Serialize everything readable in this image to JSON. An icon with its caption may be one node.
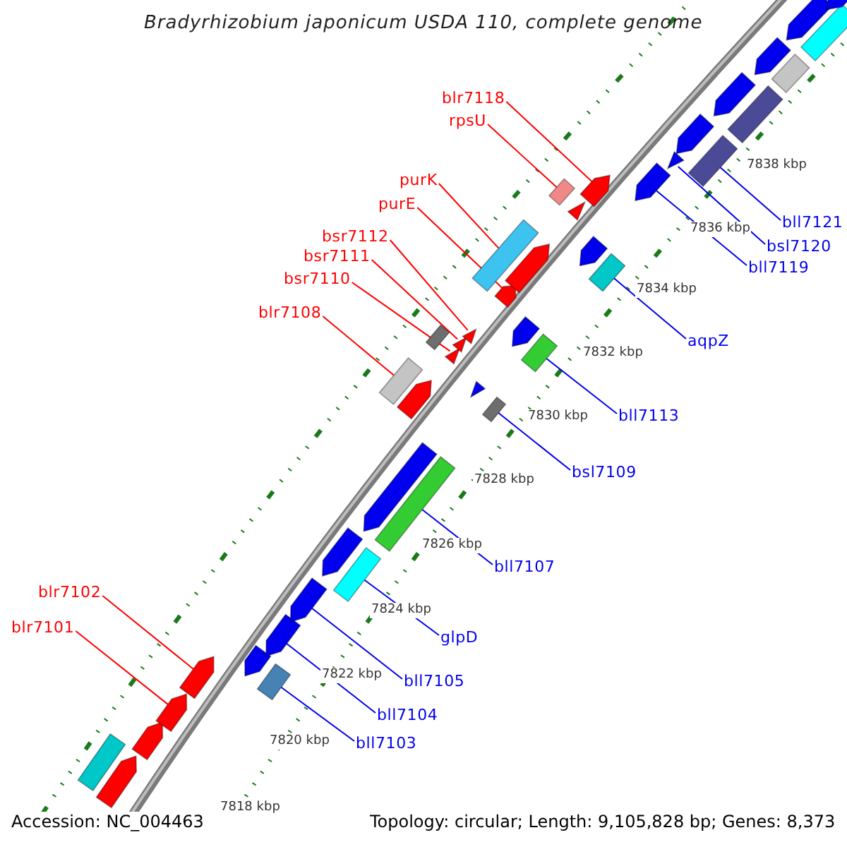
{
  "diagram": {
    "title": "Bradyrhizobium japonicum USDA 110, complete genome",
    "nodes": [
      {
        "text": [
          "blr7118"
        ]
      },
      {
        "text": [
          "rpsU"
        ]
      },
      {
        "text": [
          "purK"
        ]
      },
      {
        "text": [
          "purE"
        ]
      },
      {
        "text": [
          "bll7121"
        ]
      },
      {
        "text": [
          "bsr7112"
        ]
      },
      {
        "text": [
          "bsl7120"
        ]
      },
      {
        "text": [
          "bsr7111"
        ]
      },
      {
        "text": [
          "bll7119"
        ]
      },
      {
        "text": [
          "bsr7110"
        ]
      },
      {
        "text": [
          "blr7108"
        ]
      },
      {
        "text": [
          "aqpZ"
        ]
      },
      {
        "text": [
          "bll7113"
        ]
      },
      {
        "text": [
          "bsl7109"
        ]
      },
      {
        "text": [
          "bll7107"
        ]
      },
      {
        "text": [
          "blr7102"
        ]
      },
      {
        "text": [
          "blr7101"
        ]
      },
      {
        "text": [
          "glpD"
        ]
      },
      {
        "text": [
          "bll7105"
        ]
      },
      {
        "text": [
          "bll7104"
        ]
      },
      {
        "text": [
          "bll7103"
        ]
      },
      {
        "text": [],
        "shape": "box"
      },
      {
        "text": [],
        "shape": "arrow"
      },
      {
        "text": [],
        "shape": "arrow"
      },
      {
        "text": [],
        "shape": "arrow"
      },
      {
        "text": [],
        "shape": "arrow"
      },
      {
        "text": [],
        "shape": "arrow"
      },
      {
        "text": [],
        "shape": "box"
      },
      {
        "text": [],
        "shape": "arrow"
      },
      {
        "text": [],
        "shape": "arrow"
      },
      {
        "text": [],
        "shape": "arrow"
      },
      {
        "text": [],
        "shape": "box"
      },
      {
        "text": [],
        "shape": "arrow"
      },
      {
        "text": [],
        "shape": "box"
      },
      {
        "text": [],
        "shape": "box"
      },
      {
        "text": [],
        "shape": "arrow"
      },
      {
        "text": [],
        "shape": "box"
      },
      {
        "text": [],
        "shape": "arrow"
      },
      {
        "text": [],
        "shape": "arrow"
      },
      {
        "text": [],
        "shape": "arrow"
      },
      {
        "text": [],
        "shape": "arrow"
      },
      {
        "text": [],
        "shape": "box"
      },
      {
        "text": [],
        "shape": "box"
      },
      {
        "text": [],
        "shape": "arrow"
      },
      {
        "text": [],
        "shape": "arrow"
      },
      {
        "text": [],
        "shape": "arrow"
      },
      {
        "text": [],
        "shape": "box"
      },
      {
        "text": [],
        "shape": "box"
      },
      {
        "text": [],
        "shape": "arrow"
      },
      {
        "text": [],
        "shape": "arrow"
      },
      {
        "text": [],
        "shape": "arrow"
      },
      {
        "text": [],
        "shape": "box"
      },
      {
        "text": [],
        "shape": "arrow"
      },
      {
        "text": [],
        "shape": "arrow"
      },
      {
        "text": [],
        "shape": "arrow"
      },
      {
        "text": [],
        "shape": "box"
      },
      {
        "text": [],
        "shape": "arrow"
      },
      {
        "text": [],
        "shape": "box"
      },
      {
        "text": [],
        "shape": "arrow"
      },
      {
        "text": [],
        "shape": "box"
      },
      {
        "text": [],
        "shape": "arrow"
      },
      {
        "text": [],
        "shape": "box"
      },
      {
        "text": [],
        "shape": "arrow"
      }
    ],
    "edges": [
      {
        "from": 0,
        "to": 50,
        "arrow": "none",
        "color": "#ff0000"
      },
      {
        "from": 1,
        "to": 47,
        "arrow": "none",
        "color": "#ff0000"
      },
      {
        "from": 2,
        "to": 42,
        "arrow": "none",
        "color": "#ff0000"
      },
      {
        "from": 3,
        "to": 43,
        "arrow": "none",
        "color": "#ff0000"
      },
      {
        "from": 4,
        "to": 55,
        "arrow": "none"
      },
      {
        "from": 5,
        "to": 39,
        "arrow": "none",
        "color": "#ff0000"
      },
      {
        "from": 6,
        "to": 53,
        "arrow": "none"
      },
      {
        "from": 7,
        "to": 38,
        "arrow": "none",
        "color": "#ff0000"
      },
      {
        "from": 8,
        "to": 52,
        "arrow": "none"
      },
      {
        "from": 9,
        "to": 37,
        "arrow": "none",
        "color": "#ff0000"
      },
      {
        "from": 10,
        "to": 33,
        "arrow": "none",
        "color": "#ff0000"
      },
      {
        "from": 11,
        "to": 51,
        "arrow": "none"
      },
      {
        "from": 12,
        "to": 46,
        "arrow": "none"
      },
      {
        "from": 13,
        "to": 41,
        "arrow": "none"
      },
      {
        "from": 14,
        "to": 34,
        "arrow": "none"
      },
      {
        "from": 15,
        "to": 25,
        "arrow": "none",
        "color": "#ff0000"
      },
      {
        "from": 16,
        "to": 24,
        "arrow": "none",
        "color": "#ff0000"
      },
      {
        "from": 17,
        "to": 31,
        "arrow": "none"
      },
      {
        "from": 18,
        "to": 29,
        "arrow": "none"
      },
      {
        "from": 19,
        "to": 28,
        "arrow": "none"
      },
      {
        "from": 20,
        "to": 27,
        "arrow": "none"
      }
    ],
    "labels": [
      "7838 kbp",
      "7836 kbp",
      "7834 kbp",
      "7832 kbp",
      "7830 kbp",
      "7828 kbp",
      "7826 kbp",
      "7824 kbp",
      "7822 kbp",
      "7820 kbp",
      "7818 kbp",
      "Accession: NC_004463",
      "Topology: circular; Length: 9,105,828 bp; Genes: 8,373"
    ]
  }
}
